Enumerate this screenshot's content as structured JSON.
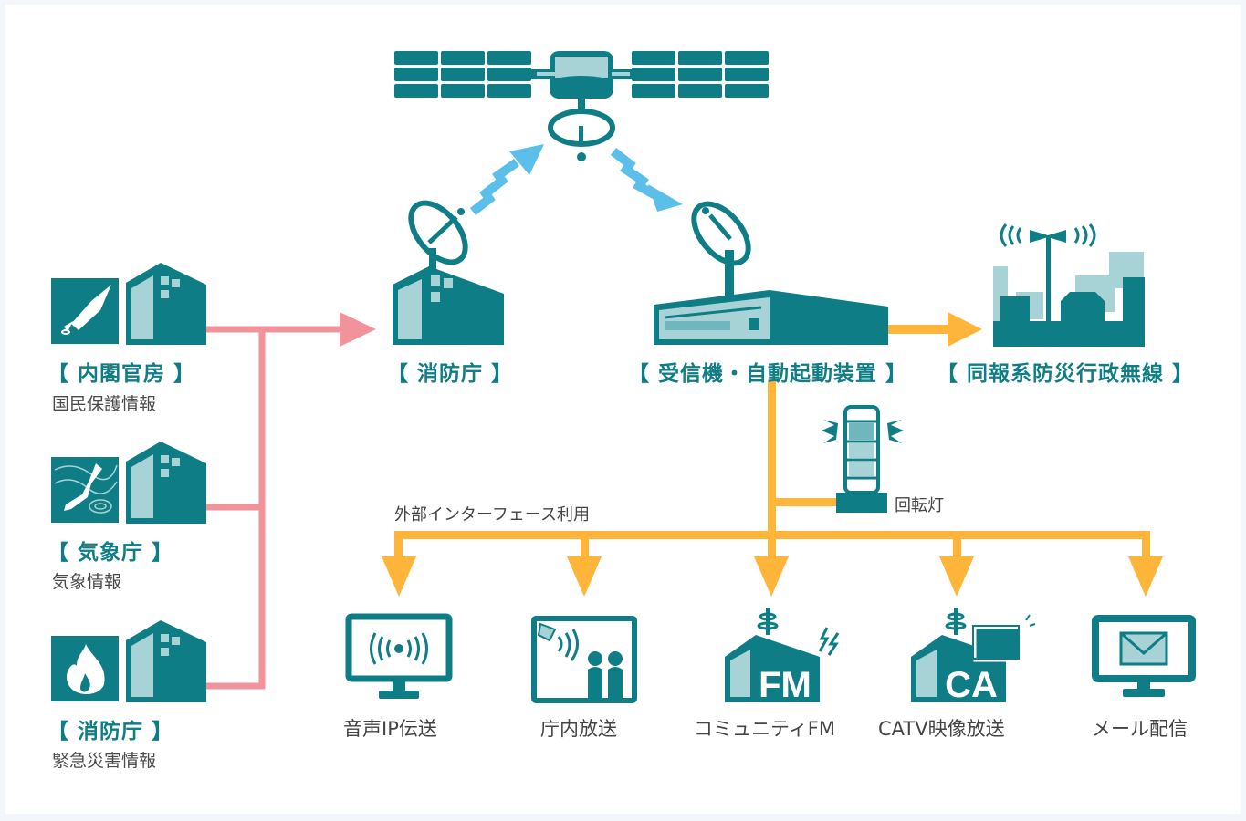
{
  "colors": {
    "teal": "#0f7d85",
    "teal_light": "#a8d3d6",
    "pink": "#f2939c",
    "orange": "#ffb53a",
    "sky": "#5bbfea",
    "text": "#444444"
  },
  "sources": [
    {
      "org": "【 内閣官房 】",
      "info": "国民保護情報",
      "icon": "missile-icon"
    },
    {
      "org": "【 気象庁 】",
      "info": "気象情報",
      "icon": "weather-map-icon"
    },
    {
      "org": "【 消防庁 】",
      "info": "緊急災害情報",
      "icon": "fire-icon"
    }
  ],
  "hub": {
    "label": "【 消防庁 】"
  },
  "receiver": {
    "label": "【 受信機・自動起動装置 】"
  },
  "radio": {
    "label": "【 同報系防災行政無線 】"
  },
  "lamp": {
    "label": "回転灯"
  },
  "interface": {
    "label": "外部インターフェース利用"
  },
  "outputs": [
    {
      "label": "音声IP伝送",
      "icon": "voice-ip-monitor-icon"
    },
    {
      "label": "庁内放送",
      "icon": "office-broadcast-icon"
    },
    {
      "label": "コミュニティFM",
      "icon": "community-fm-icon",
      "badge": "FM"
    },
    {
      "label": "CATV映像放送",
      "icon": "catv-icon",
      "badge": "CA"
    },
    {
      "label": "メール配信",
      "icon": "mail-monitor-icon"
    }
  ]
}
